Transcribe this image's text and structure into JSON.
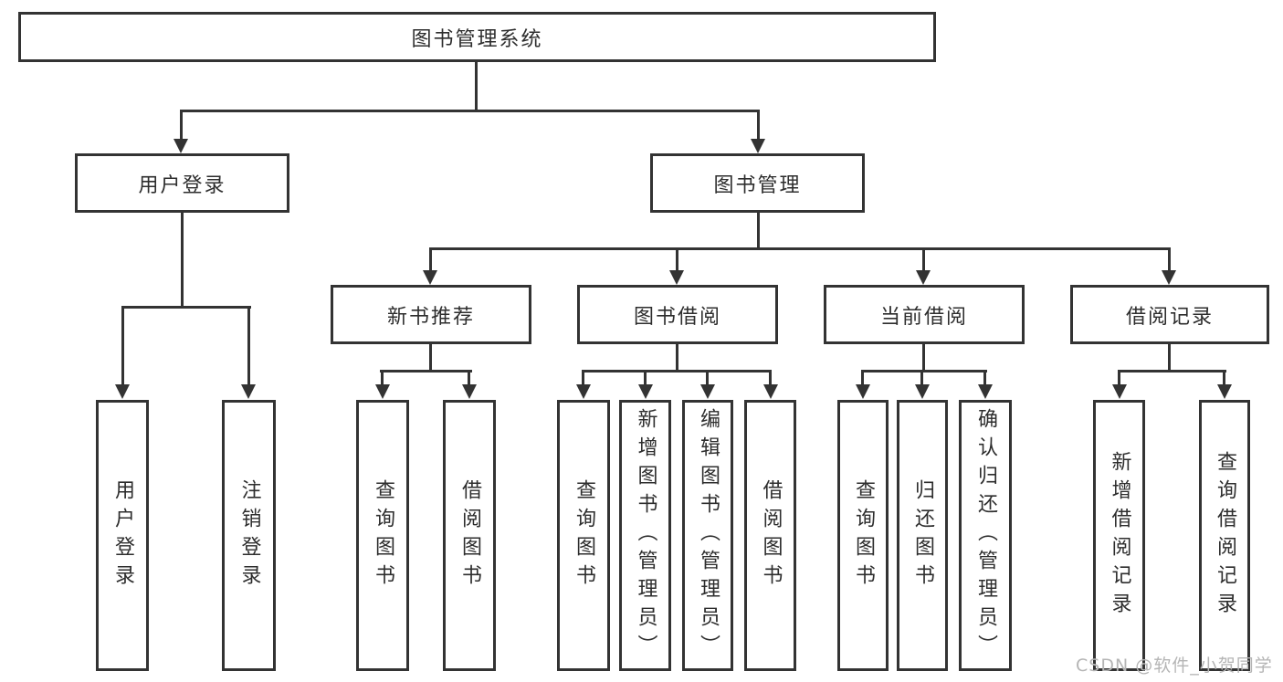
{
  "root": {
    "label": "图书管理系统"
  },
  "branches": [
    {
      "label": "用户登录",
      "leaves": [
        {
          "label": "用户登录"
        },
        {
          "label": "注销登录"
        }
      ]
    },
    {
      "label": "图书管理",
      "groups": [
        {
          "label": "新书推荐",
          "leaves": [
            {
              "label": "查询图书"
            },
            {
              "label": "借阅图书"
            }
          ]
        },
        {
          "label": "图书借阅",
          "leaves": [
            {
              "label": "查询图书"
            },
            {
              "label": "新增图书（管理员）"
            },
            {
              "label": "编辑图书（管理员）"
            },
            {
              "label": "借阅图书"
            }
          ]
        },
        {
          "label": "当前借阅",
          "leaves": [
            {
              "label": "查询图书"
            },
            {
              "label": "归还图书"
            },
            {
              "label": "确认归还（管理员）"
            }
          ]
        },
        {
          "label": "借阅记录",
          "leaves": [
            {
              "label": "新增借阅记录"
            },
            {
              "label": "查询借阅记录"
            }
          ]
        }
      ]
    }
  ],
  "watermark": {
    "text": "CSDN @软件_小贺同学"
  },
  "colors": {
    "line": "#333333",
    "border": "#333333",
    "text": "#2d2d2d",
    "watermark": "#b5b5b5",
    "background": "#ffffff"
  }
}
